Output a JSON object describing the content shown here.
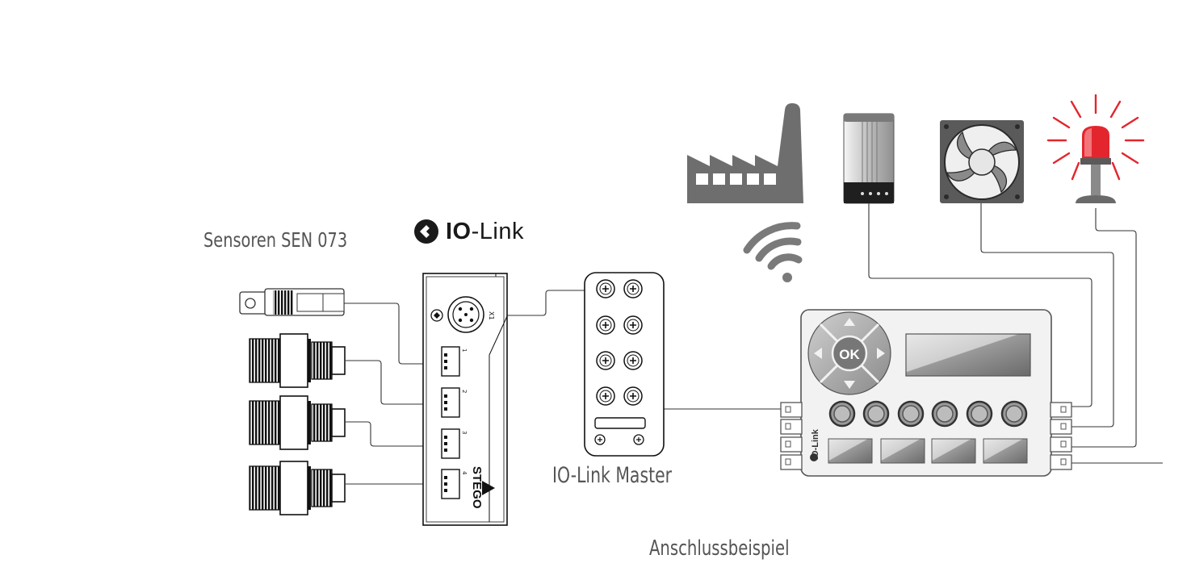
{
  "labels": {
    "sensors": "Sensoren SEN 073",
    "logo_bold": "IO",
    "logo_rest": "-Link",
    "master": "IO-Link Master",
    "example": "Anschlussbeispiel",
    "ok_button": "OK",
    "hub_brand": "STEGO",
    "hub_port_x1": "X1",
    "hub_port_1": "1",
    "hub_port_2": "2",
    "hub_port_3": "3",
    "hub_port_4": "4",
    "controller_brand": "IO-Link"
  },
  "colors": {
    "line": "#333333",
    "device_gray": "#6e6e6e",
    "panel_fill": "#f2f2f2",
    "beacon_red": "#e3262d",
    "text": "#555555"
  },
  "icons": [
    "factory-icon",
    "heater-icon",
    "fan-icon",
    "signal-beacon-icon",
    "wifi-icon"
  ]
}
